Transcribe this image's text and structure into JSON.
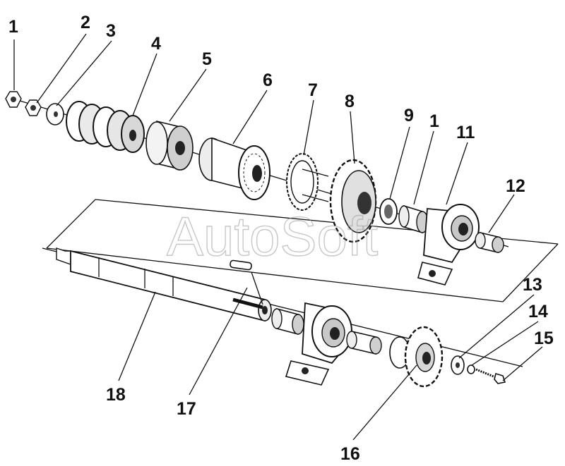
{
  "callouts": {
    "c1a": "1",
    "c2": "2",
    "c3": "3",
    "c4": "4",
    "c5": "5",
    "c6": "6",
    "c7": "7",
    "c8": "8",
    "c9": "9",
    "c1b": "1",
    "c11": "11",
    "c12": "12",
    "c13": "13",
    "c14": "14",
    "c15": "15",
    "c16": "16",
    "c17": "17",
    "c18": "18"
  },
  "watermark": "AutoSoft",
  "colors": {
    "ink": "#111111",
    "paper": "#ffffff",
    "shade": "#6f6f6f",
    "watermark": "#9a9a9a"
  }
}
